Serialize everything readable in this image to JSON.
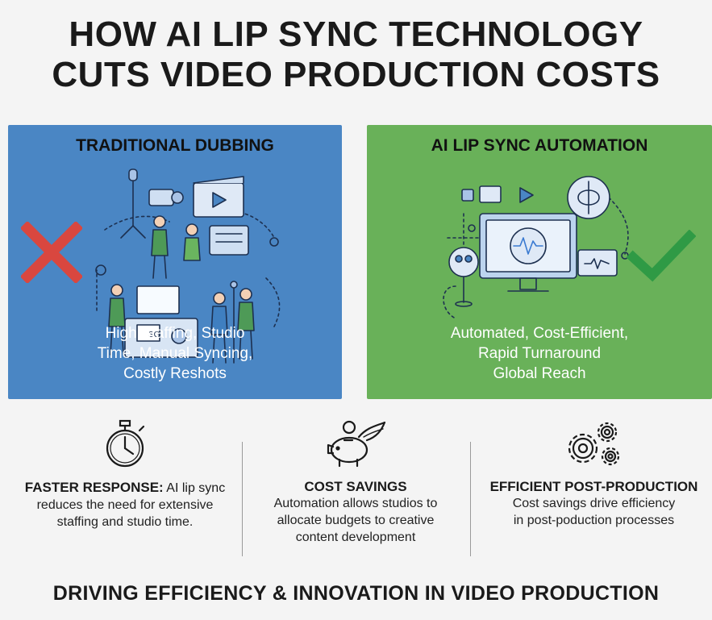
{
  "colors": {
    "blue": "#4a86c4",
    "green": "#69b159",
    "red": "#d9473f",
    "check": "#2f9a45",
    "ink": "#1d3050",
    "icon_blue": "#3a7ad1"
  },
  "title": {
    "line1": "HOW AI LIP SYNC TECHNOLOGY",
    "line2": "CUTS VIDEO PRODUCTION COSTS"
  },
  "panels": [
    {
      "title": "TRADITIONAL DUBBING",
      "desc": [
        "High Staffing, Studio",
        "Time, Manual Syncing,",
        "Costly Reshots"
      ],
      "mark_icon": "red-x-icon",
      "screen_text": "SG"
    },
    {
      "title": "AI LIP SYNC AUTOMATION",
      "desc": [
        "Automated, Cost-Efficient,",
        "Rapid Turnaround",
        "Global Reach"
      ],
      "mark_icon": "green-check-icon"
    }
  ],
  "benefits": [
    {
      "icon": "stopwatch-icon",
      "heading": "FASTER RESPONSE:",
      "text": [
        "AI lip sync",
        "reduces the need for extensive",
        "staffing and studio time."
      ]
    },
    {
      "icon": "piggy-bank-icon",
      "heading": "COST SAVINGS",
      "text": [
        "Automation allows studios to",
        "allocate budgets to creative",
        "content development"
      ]
    },
    {
      "icon": "gears-icon",
      "heading": "EFFICIENT POST-PRODUCTION",
      "text": [
        "Cost savings drive efficiency",
        "in post-poduction processes"
      ]
    }
  ],
  "footer": "DRIVING EFFICIENCY & INNOVATION IN VIDEO PRODUCTION"
}
